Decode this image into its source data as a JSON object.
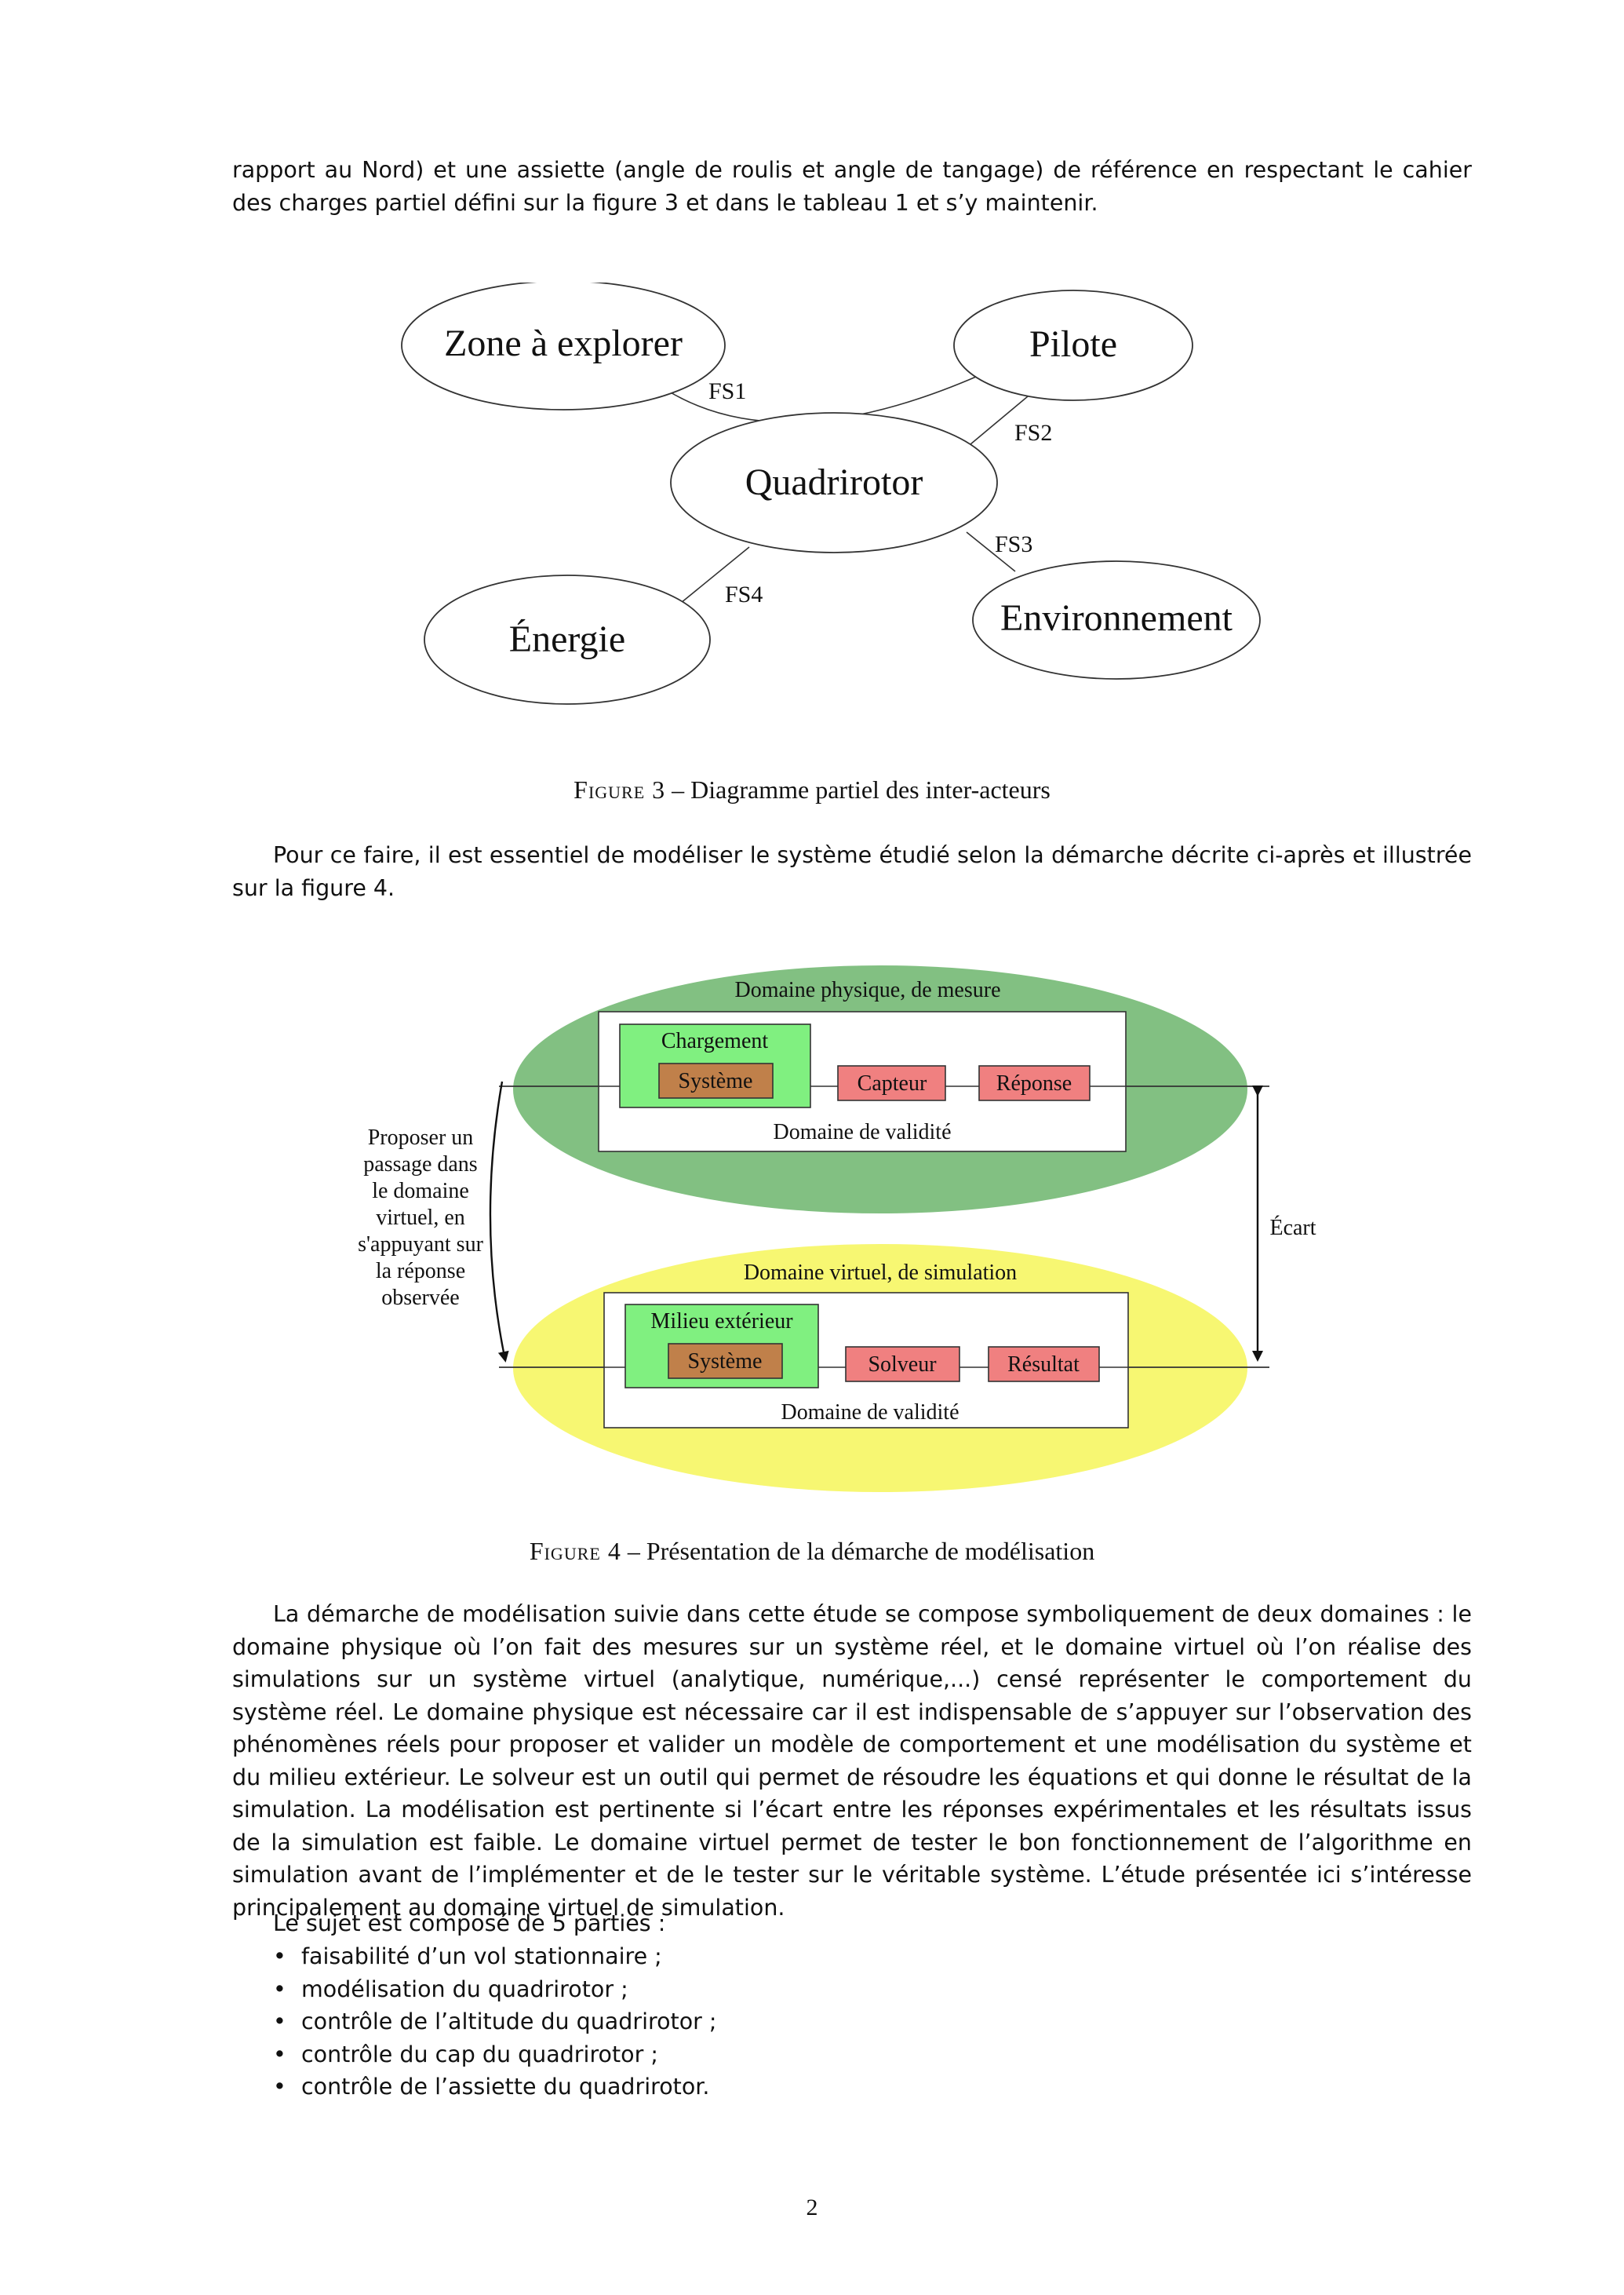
{
  "intro_paragraph": "rapport au Nord) et une assiette (angle de roulis et angle de tangage) de référence en respectant le cahier des charges partiel défini sur la figure 3 et dans le tableau 1 et s’y maintenir.",
  "figure3": {
    "nodes": {
      "zone": "Zone à explorer",
      "pilote": "Pilote",
      "quadrirotor": "Quadrirotor",
      "energie": "Énergie",
      "environnement": "Environnement"
    },
    "labels": {
      "fs1": "FS1",
      "fs2": "FS2",
      "fs3": "FS3",
      "fs4": "FS4"
    },
    "caption_prefix": "Figure 3",
    "caption_text": " – Diagramme partiel des inter-acteurs"
  },
  "paragraph2": "Pour ce faire, il est essentiel de modéliser le système étudié selon la démarche décrite ci-après et illustrée sur la figure 4.",
  "figure4": {
    "physical": {
      "title": "Domaine physique, de mesure",
      "load": "Chargement",
      "system": "Système",
      "sensor": "Capteur",
      "response": "Réponse",
      "validity": "Domaine de validité"
    },
    "virtual": {
      "title": "Domaine virtuel, de simulation",
      "environment": "Milieu extérieur",
      "system": "Système",
      "solver": "Solveur",
      "result": "Résultat",
      "validity": "Domaine de validité"
    },
    "left_note": [
      "Proposer un",
      "passage dans",
      "le domaine",
      "virtuel, en",
      "s'appuyant sur",
      "la réponse",
      "observée"
    ],
    "gap_label": "Écart",
    "caption_prefix": "Figure 4",
    "caption_text": " – Présentation de la démarche de modélisation",
    "colors": {
      "green_ellipse": "#82c082",
      "yellow_ellipse": "#f7f772",
      "inner_green": "#80f080",
      "system_brown": "#c0804a",
      "red_box": "#f08080"
    }
  },
  "paragraph3": "La démarche de modélisation suivie dans cette étude se compose symboliquement de deux domaines : le domaine physique où l’on fait des mesures sur un système réel, et le domaine virtuel où l’on réalise des simulations sur un système virtuel (analytique, numérique,...) censé représenter le comportement du système réel. Le domaine physique est nécessaire car il est indispensable de s’appuyer sur l’observation des phénomènes réels pour proposer et valider un modèle de comportement et une modélisation du système et du milieu extérieur. Le solveur est un outil qui permet de résoudre les équations et qui donne le résultat de la simulation. La modélisation est pertinente si l’écart entre les réponses expérimentales et les résultats issus de la simulation est faible. Le domaine virtuel permet de tester le bon fonctionnement de l’algorithme en simulation avant de l’implémenter et de le tester sur le véritable système. L’étude présentée ici s’intéresse principalement au domaine virtuel de simulation.",
  "list_intro": "Le sujet est composé de 5 parties :",
  "list_items": [
    "faisabilité d’un vol stationnaire ;",
    "modélisation du quadrirotor ;",
    "contrôle de l’altitude du quadrirotor ;",
    "contrôle du cap du quadrirotor ;",
    "contrôle de l’assiette du quadrirotor."
  ],
  "bullet": "•",
  "page_number": "2"
}
